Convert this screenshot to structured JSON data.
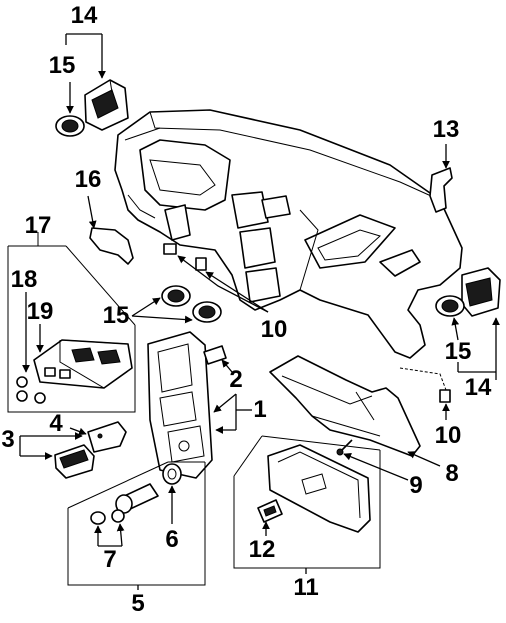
{
  "callouts": [
    {
      "id": "c14a",
      "label": "14"
    },
    {
      "id": "c15a",
      "label": "15"
    },
    {
      "id": "c16",
      "label": "16"
    },
    {
      "id": "c17",
      "label": "17"
    },
    {
      "id": "c18",
      "label": "18"
    },
    {
      "id": "c19",
      "label": "19"
    },
    {
      "id": "c15b",
      "label": "15"
    },
    {
      "id": "c10a",
      "label": "10"
    },
    {
      "id": "c13",
      "label": "13"
    },
    {
      "id": "c15c",
      "label": "15"
    },
    {
      "id": "c14b",
      "label": "14"
    },
    {
      "id": "c2",
      "label": "2"
    },
    {
      "id": "c1",
      "label": "1"
    },
    {
      "id": "c3",
      "label": "3"
    },
    {
      "id": "c4",
      "label": "4"
    },
    {
      "id": "c10b",
      "label": "10"
    },
    {
      "id": "c9",
      "label": "9"
    },
    {
      "id": "c8",
      "label": "8"
    },
    {
      "id": "c6",
      "label": "6"
    },
    {
      "id": "c7",
      "label": "7"
    },
    {
      "id": "c5",
      "label": "5"
    },
    {
      "id": "c12",
      "label": "12"
    },
    {
      "id": "c11",
      "label": "11"
    }
  ]
}
